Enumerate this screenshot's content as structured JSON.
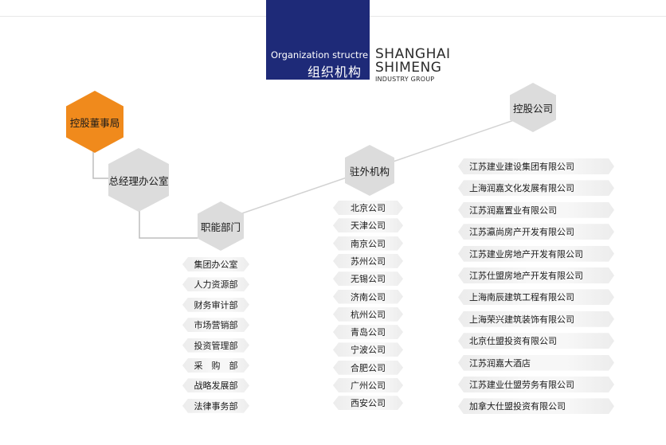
{
  "header": {
    "en_title": "Organization structre",
    "cn_title": "组织机构",
    "brand_line1": "SHANGHAI",
    "brand_line2": "SHIMENG",
    "brand_line3": "INDUSTRY GROUP"
  },
  "nodes": {
    "board": "控股董事局",
    "gm_office": "总经理办公室",
    "functional": "职能部门",
    "branches": "驻外机构",
    "holdings": "控股公司"
  },
  "departments": [
    "集团办公室",
    "人力资源部",
    "财务审计部",
    "市场营销部",
    "投资管理部",
    "采　购　部",
    "战略发展部",
    "法律事务部"
  ],
  "cities": [
    "北京公司",
    "天津公司",
    "南京公司",
    "苏州公司",
    "无锡公司",
    "济南公司",
    "杭州公司",
    "青岛公司",
    "宁波公司",
    "合肥公司",
    "广州公司",
    "西安公司"
  ],
  "companies": [
    "江苏建业建设集团有限公司",
    "上海润嘉文化发展有限公司",
    "江苏润嘉置业有限公司",
    "江苏瀛尚房产开发有限公司",
    "江苏建业房地产开发有限公司",
    "江苏仕盟房地产开发有限公司",
    "上海南辰建筑工程有限公司",
    "上海荣兴建筑装饰有限公司",
    "北京仕盟投资有限公司",
    "江苏润嘉大酒店",
    "江苏建业仕盟劳务有限公司",
    "加拿大仕盟投资有限公司"
  ],
  "colors": {
    "header_bg": "#1e2a78",
    "board_hex": "#f08a1c",
    "node_hex": "#dcdcdc"
  }
}
